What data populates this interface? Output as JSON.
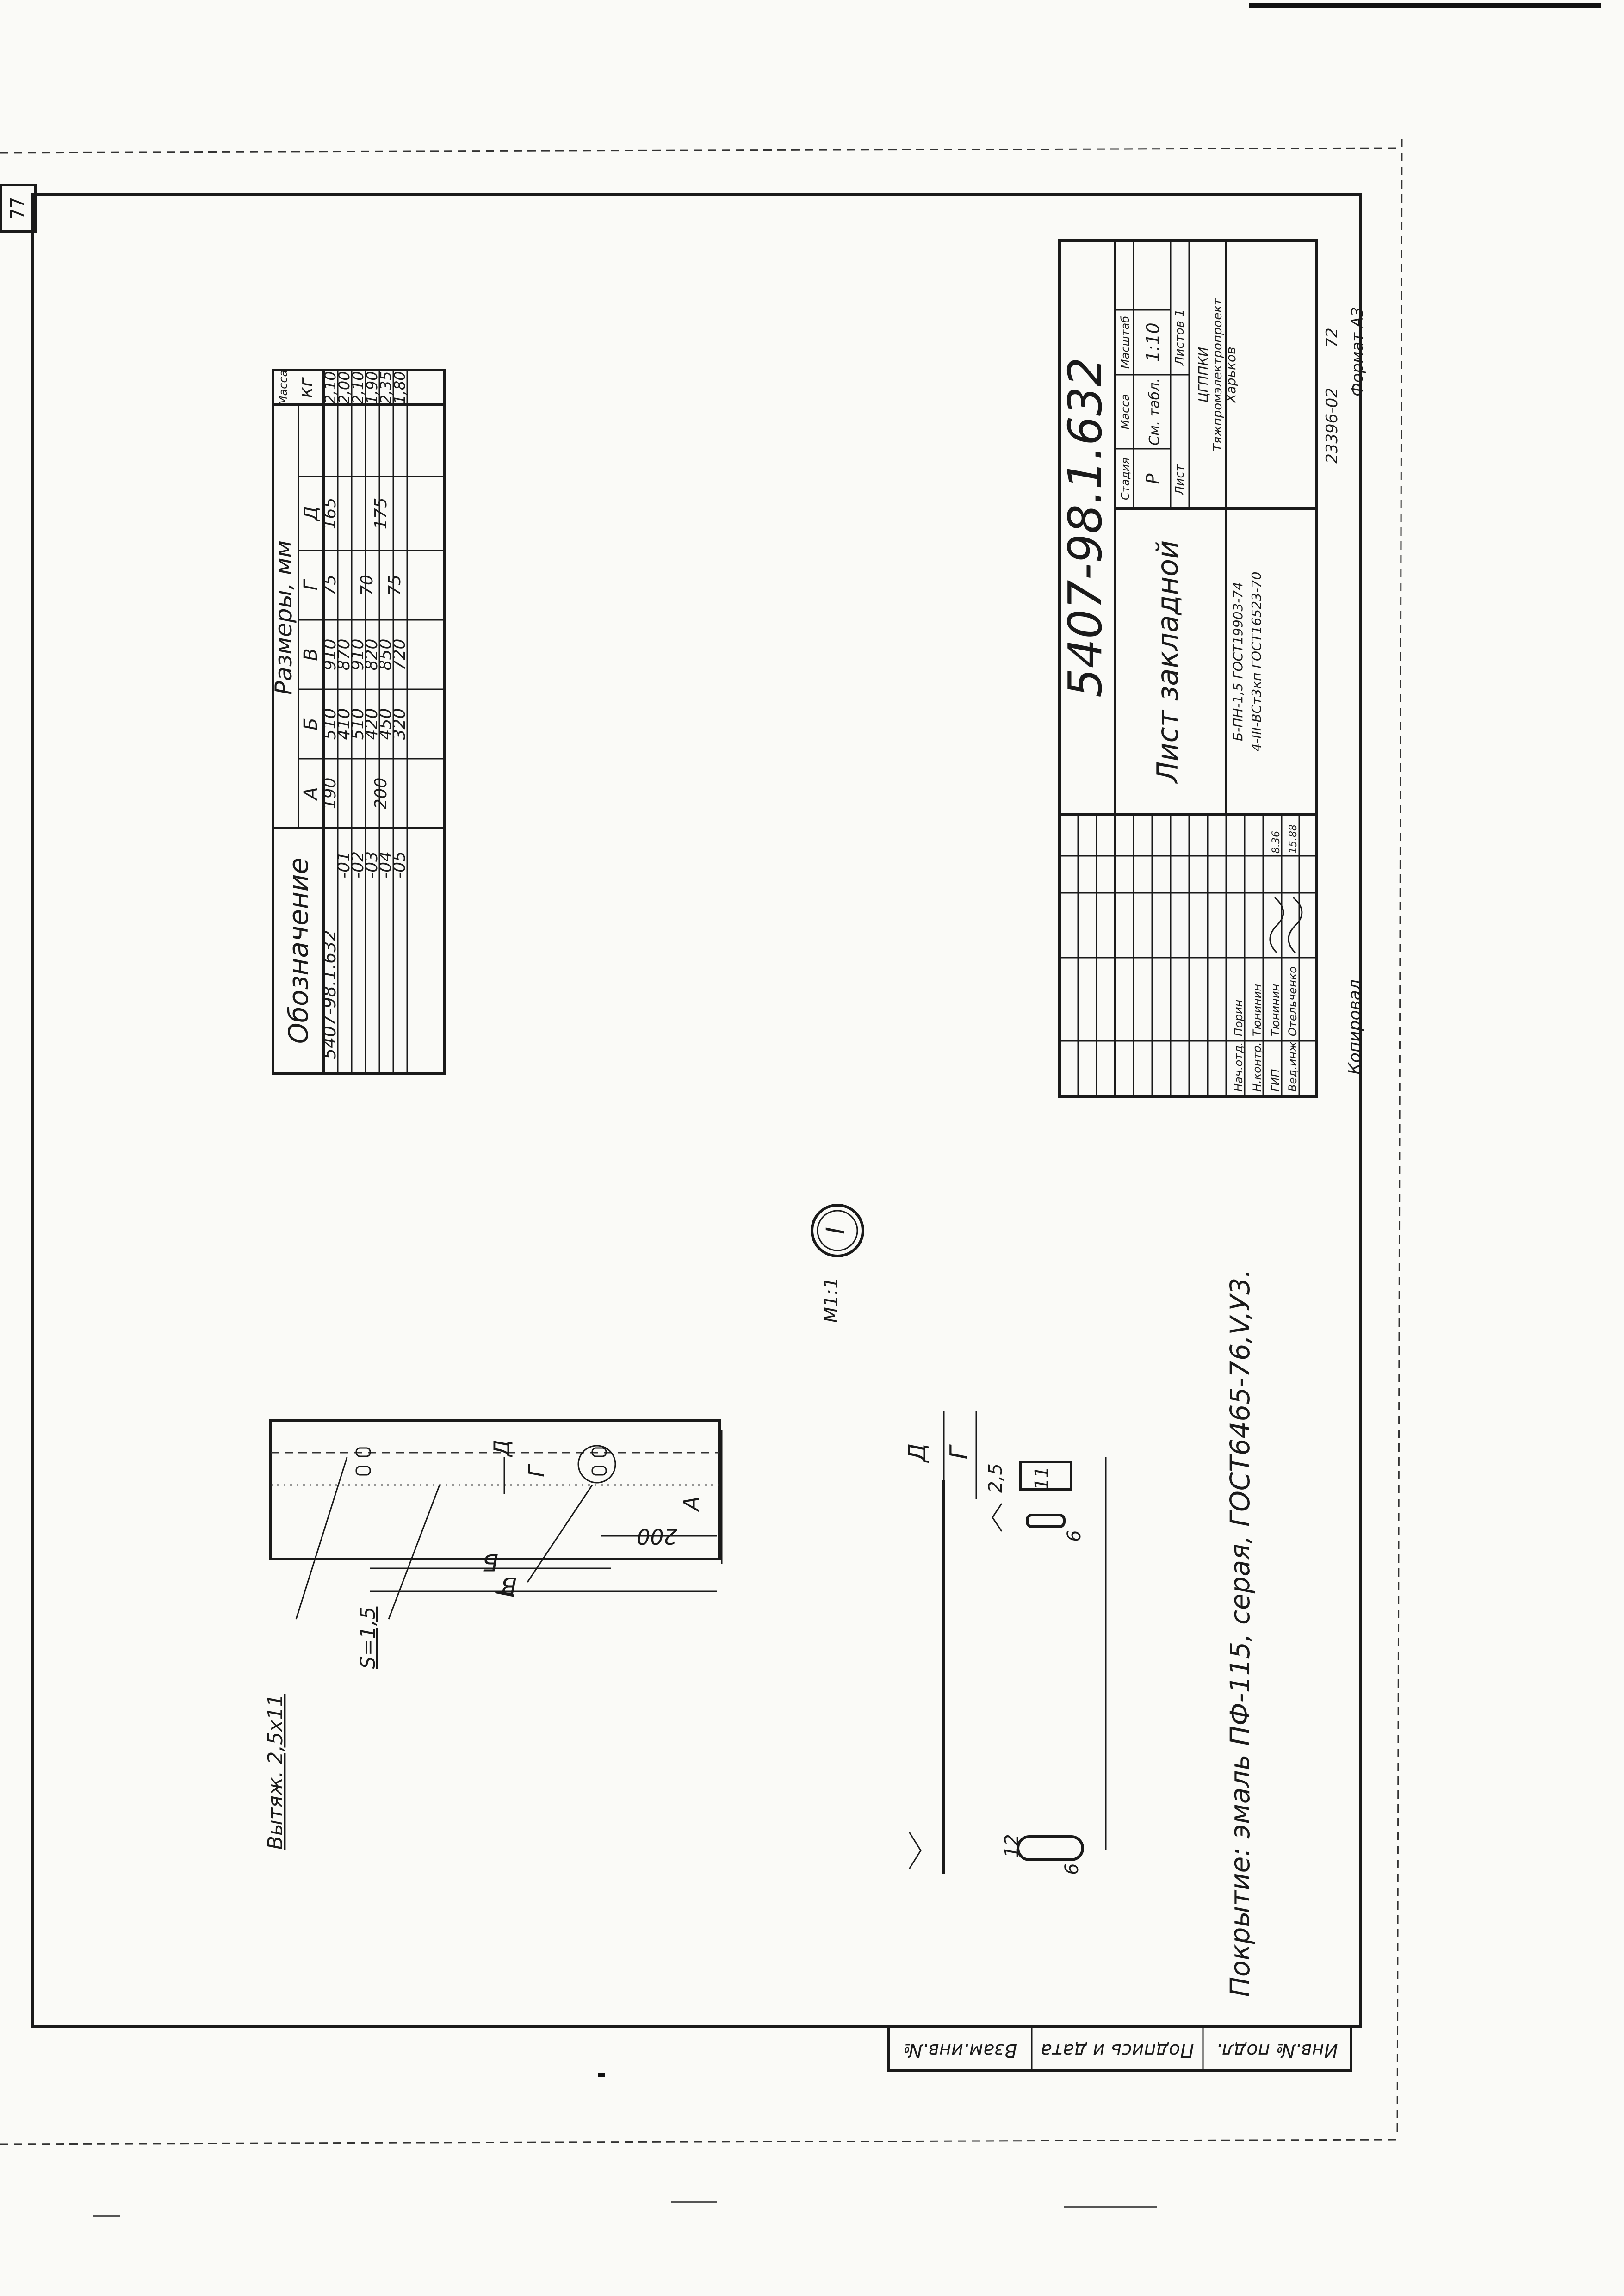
{
  "sheet_number": "77",
  "designation_table": {
    "header_designation": "Обозначение",
    "header_sizes": "Размеры, мм",
    "header_mass": "Масса",
    "header_mass_unit": "кг",
    "columns": [
      "А",
      "Б",
      "В",
      "Г",
      "Д"
    ],
    "rows": [
      {
        "code": "5407-98.1.632",
        "a": "190",
        "b": "510",
        "v": "910",
        "g": "75",
        "d": "165",
        "m": "2,10"
      },
      {
        "code": "-01",
        "a": "",
        "b": "410",
        "v": "870",
        "g": "",
        "d": "",
        "m": "2,00"
      },
      {
        "code": "-02",
        "a": "",
        "b": "510",
        "v": "910",
        "g": "70",
        "d": "",
        "m": "2,10"
      },
      {
        "code": "-03",
        "a": "200",
        "b": "420",
        "v": "820",
        "g": "",
        "d": "175",
        "m": "1,90"
      },
      {
        "code": "-04",
        "a": "",
        "b": "450",
        "v": "850",
        "g": "75",
        "d": "",
        "m": "2,35"
      },
      {
        "code": "-05",
        "a": "",
        "b": "320",
        "v": "720",
        "g": "",
        "d": "",
        "m": "1,80"
      }
    ]
  },
  "title_block": {
    "doc_number": "5407-98.1.632",
    "name": "Лист закладной",
    "stage_label": "Стадия",
    "mass_label": "Масса",
    "scale_label": "Масштаб",
    "stage": "Р",
    "mass": "См. табл.",
    "scale": "1:10",
    "sheet_label": "Лист",
    "sheets_label": "Листов 1",
    "material_line1": "Б-ПН-1,5 ГОСТ19903-74",
    "material_line2": "4-III-ВСт3кп ГОСТ16523-70",
    "org_line1": "ЦГППКИ",
    "org_line2": "Тяжпромэлектропроект",
    "org_line3": "Харьков",
    "roles": [
      {
        "role": "Нач.отд.",
        "name": "Порин",
        "date": ""
      },
      {
        "role": "Н.контр.",
        "name": "Тюнинин",
        "date": ""
      },
      {
        "role": "ГИП",
        "name": "Тюнинин",
        "date": "8.36"
      },
      {
        "role": "Вед.инж.",
        "name": "Отельченко",
        "date": "15.88"
      }
    ],
    "footer_code": "23396-02",
    "footer_num": "72",
    "copied_label": "Копировал",
    "format_label": "Формат А3"
  },
  "side_stamp": {
    "inv_no": "Инв.№ подл.",
    "sign_date": "Подпись и дата",
    "replaced_inv": "Взам.инв.№"
  },
  "drawing": {
    "hole_label": "Вытяж. 2,5х11",
    "thickness_label": "S=1,5",
    "detail_marker": "I",
    "detail_scale": "М1:1",
    "dim_v": "В",
    "dim_b": "Б",
    "dim_200": "200",
    "dim_a": "А",
    "dim_d": "Д",
    "dim_g": "Г",
    "dim_25": "2,5",
    "dim_11": "11",
    "dim_6": "6",
    "dim_12": "12",
    "coating": "Покрытие: эмаль ПФ-115, серая, ГОСТ6465-76,V,У3."
  }
}
